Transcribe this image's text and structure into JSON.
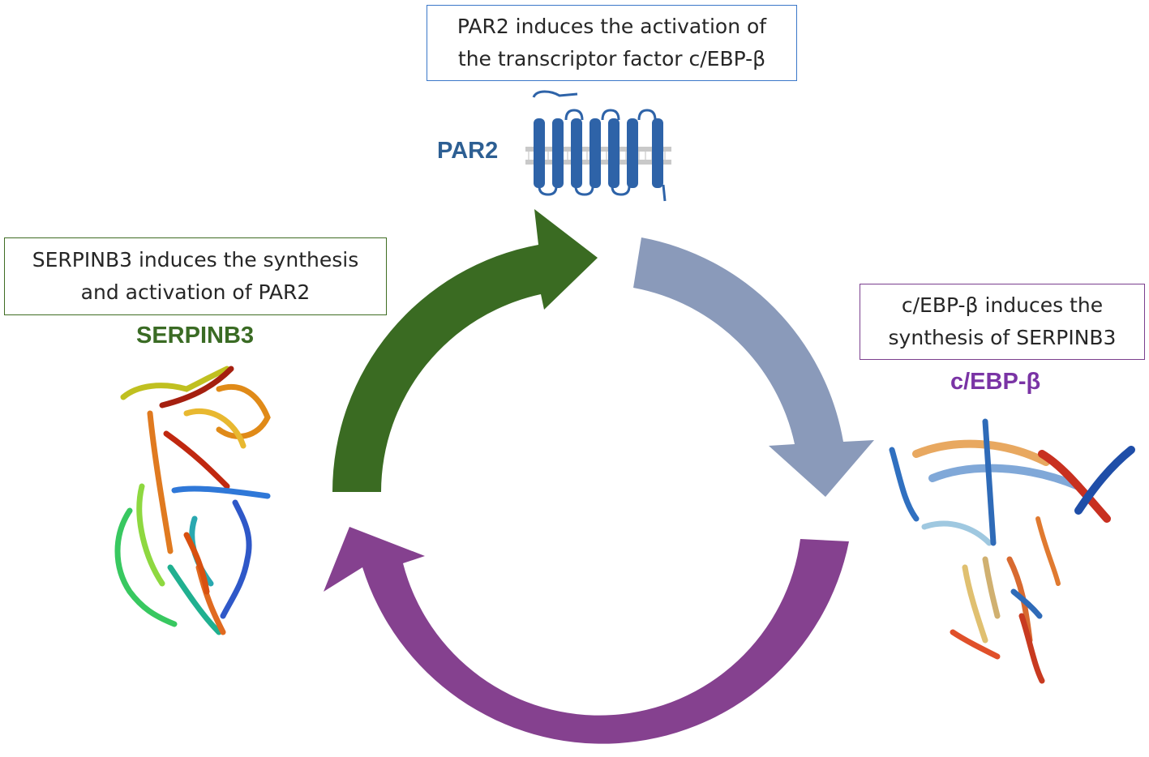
{
  "boxes": {
    "par2": {
      "line1": "PAR2 induces the activation of",
      "line2": "the transcriptor factor c/EBP-β"
    },
    "serpinb3": {
      "line1": "SERPINB3 induces the synthesis",
      "line2": "and activation of PAR2"
    },
    "cebp": {
      "line1": "c/EBP-β induces the",
      "line2": "synthesis of SERPINB3"
    }
  },
  "labels": {
    "par2": "PAR2",
    "serpinb3": "SERPINB3",
    "cebp": "c/EBP-β"
  },
  "colors": {
    "green_arrow": "#3a6b22",
    "blue_arrow": "#8a9aba",
    "purple_arrow": "#85418f",
    "par2_blue": "#2e63a8",
    "par2_label": "#2d5f93",
    "serpin_label": "#3a6b24",
    "cebp_label": "#7a34a5"
  },
  "icons": {
    "par2": "7-transmembrane-receptor-icon",
    "serpinb3": "serpinb3-protein-ribbon-structure",
    "cebp": "cebp-dna-complex-ribbon-structure"
  }
}
